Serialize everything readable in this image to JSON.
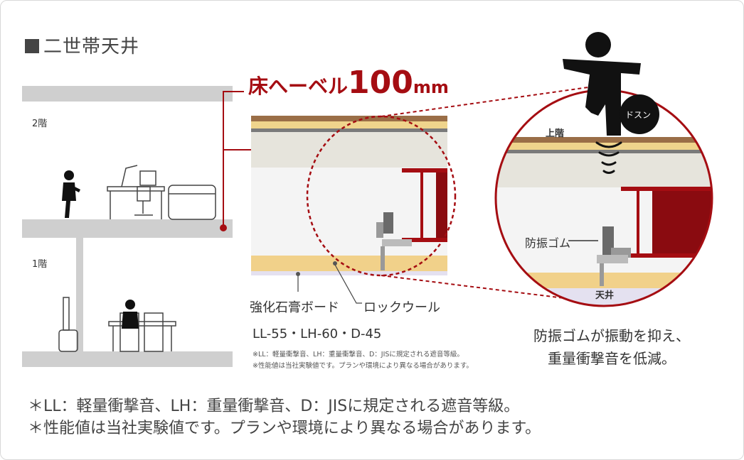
{
  "title": "二世帯天井",
  "floors": {
    "upper": "2階",
    "lower": "1階"
  },
  "heading": {
    "text": "床へーベル",
    "number": "100",
    "unit": "mm"
  },
  "labels": {
    "gypsum_board": "強化石膏ボード",
    "rock_wool": "ロックウール",
    "upper_floor": "上階",
    "ceiling": "天井",
    "rubber": "防振ゴム",
    "impact_badge": "ドスン"
  },
  "grade": "LL-55・LH-60・D-45",
  "small_notes": [
    "※LL：軽量衝撃音、LH：重量衝撃音、D：JISに規定される遮音等級。",
    "※性能値は当社実験値です。プランや環境により異なる場合があります。"
  ],
  "caption": [
    "防振ゴムが振動を抑え、",
    "重量衝撃音を低減。"
  ],
  "notes": [
    "＊LL：軽量衝撃音、LH：重量衝撃音、D：JISに規定される遮音等級。",
    "＊性能値は当社実験値です。プランや環境により異なる場合があります。"
  ],
  "colors": {
    "accent": "#a50d12",
    "slab": "#c8c8c8",
    "wood": "#b08a5e",
    "insulation": "#f2d99a",
    "board": "#e9e7f2"
  }
}
